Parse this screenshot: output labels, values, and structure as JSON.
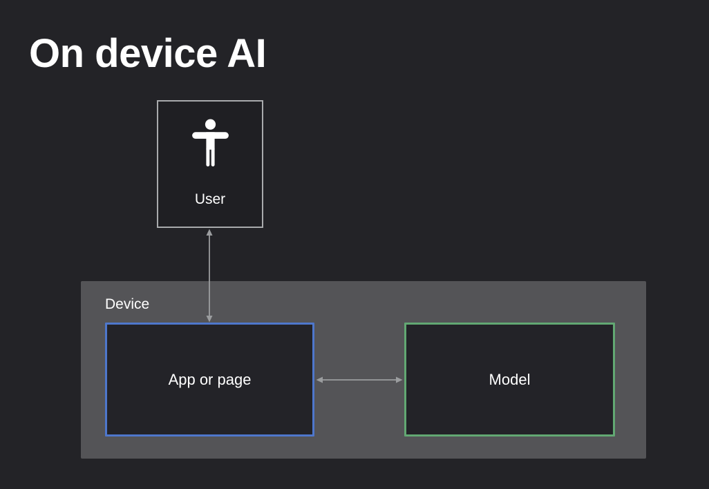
{
  "slide": {
    "title": "On device AI",
    "background_color": "#232327"
  },
  "diagram": {
    "user_box": {
      "label": "User",
      "icon": "person-icon",
      "border_color": "#a9abad",
      "icon_color": "#ffffff"
    },
    "device_container": {
      "label": "Device",
      "fill_color": "#545457"
    },
    "app_box": {
      "label": "App or page",
      "border_color": "#4e77cc"
    },
    "model_box": {
      "label": "Model",
      "border_color": "#62a873"
    },
    "arrows": {
      "color": "#9b9d9f",
      "user_to_app": "bidirectional",
      "app_to_model": "bidirectional"
    }
  }
}
